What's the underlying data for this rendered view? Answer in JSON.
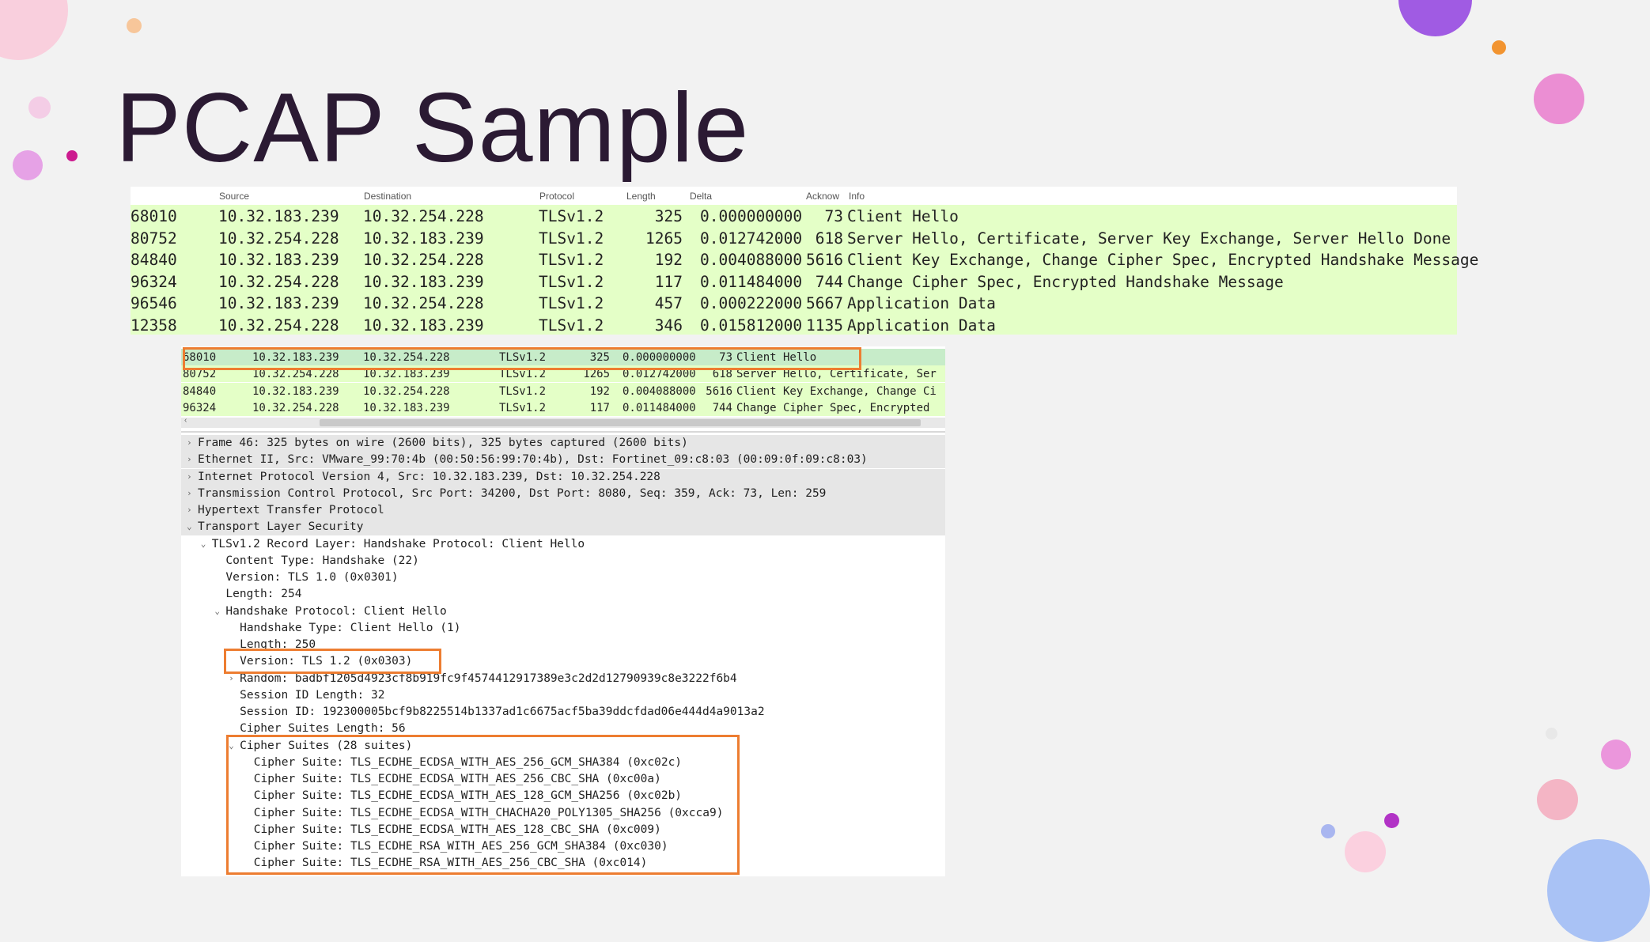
{
  "slide": {
    "title": "PCAP Sample"
  },
  "colors": {
    "background": "#f2f2f2",
    "title": "#2b1a33",
    "packet_row_bg": "#e4ffc7",
    "selected_row_bg": "#c7ecc9",
    "highlight_box": "#ed7d31"
  },
  "top_table": {
    "headers": [
      "Source",
      "Destination",
      "Protocol",
      "Length",
      "Delta",
      "Acknow",
      "Info"
    ],
    "rows": [
      {
        "no": "68010",
        "src": "10.32.183.239",
        "dst": "10.32.254.228",
        "proto": "TLSv1.2",
        "len": "325",
        "delta": "0.000000000",
        "ack": "73",
        "info": "Client Hello"
      },
      {
        "no": "80752",
        "src": "10.32.254.228",
        "dst": "10.32.183.239",
        "proto": "TLSv1.2",
        "len": "1265",
        "delta": "0.012742000",
        "ack": "618",
        "info": "Server Hello, Certificate, Server Key Exchange, Server Hello Done"
      },
      {
        "no": "84840",
        "src": "10.32.183.239",
        "dst": "10.32.254.228",
        "proto": "TLSv1.2",
        "len": "192",
        "delta": "0.004088000",
        "ack": "5616",
        "info": "Client Key Exchange, Change Cipher Spec, Encrypted Handshake Message"
      },
      {
        "no": "96324",
        "src": "10.32.254.228",
        "dst": "10.32.183.239",
        "proto": "TLSv1.2",
        "len": "117",
        "delta": "0.011484000",
        "ack": "744",
        "info": "Change Cipher Spec, Encrypted Handshake Message"
      },
      {
        "no": "96546",
        "src": "10.32.183.239",
        "dst": "10.32.254.228",
        "proto": "TLSv1.2",
        "len": "457",
        "delta": "0.000222000",
        "ack": "5667",
        "info": "Application Data"
      },
      {
        "no": "12358",
        "src": "10.32.254.228",
        "dst": "10.32.183.239",
        "proto": "TLSv1.2",
        "len": "346",
        "delta": "0.015812000",
        "ack": "1135",
        "info": "Application Data"
      }
    ]
  },
  "mini_table": {
    "rows": [
      {
        "no": "68010",
        "src": "10.32.183.239",
        "dst": "10.32.254.228",
        "proto": "TLSv1.2",
        "len": "325",
        "delta": "0.000000000",
        "ack": "73",
        "info": "Client Hello"
      },
      {
        "no": "80752",
        "src": "10.32.254.228",
        "dst": "10.32.183.239",
        "proto": "TLSv1.2",
        "len": "1265",
        "delta": "0.012742000",
        "ack": "618",
        "info": "Server Hello, Certificate, Ser"
      },
      {
        "no": "84840",
        "src": "10.32.183.239",
        "dst": "10.32.254.228",
        "proto": "TLSv1.2",
        "len": "192",
        "delta": "0.004088000",
        "ack": "5616",
        "info": "Client Key Exchange, Change Ci"
      },
      {
        "no": "96324",
        "src": "10.32.254.228",
        "dst": "10.32.183.239",
        "proto": "TLSv1.2",
        "len": "117",
        "delta": "0.011484000",
        "ack": "744",
        "info": "Change Cipher Spec, Encrypted"
      }
    ]
  },
  "details": [
    {
      "twisty": "›",
      "text": "Frame 46: 325 bytes on wire (2600 bits), 325 bytes captured (2600 bits)"
    },
    {
      "twisty": "›",
      "text": "Ethernet II, Src: VMware_99:70:4b (00:50:56:99:70:4b), Dst: Fortinet_09:c8:03 (00:09:0f:09:c8:03)"
    },
    {
      "twisty": "›",
      "text": "Internet Protocol Version 4, Src: 10.32.183.239, Dst: 10.32.254.228"
    },
    {
      "twisty": "›",
      "text": "Transmission Control Protocol, Src Port: 34200, Dst Port: 8080, Seq: 359, Ack: 73, Len: 259"
    },
    {
      "twisty": "›",
      "text": "Hypertext Transfer Protocol"
    },
    {
      "twisty": "⌄",
      "text": "Transport Layer Security"
    },
    {
      "twisty": "⌄",
      "text": "TLSv1.2 Record Layer: Handshake Protocol: Client Hello"
    },
    {
      "twisty": "",
      "text": "Content Type: Handshake (22)"
    },
    {
      "twisty": "",
      "text": "Version: TLS 1.0 (0x0301)"
    },
    {
      "twisty": "",
      "text": "Length: 254"
    },
    {
      "twisty": "⌄",
      "text": "Handshake Protocol: Client Hello"
    },
    {
      "twisty": "",
      "text": "Handshake Type: Client Hello (1)"
    },
    {
      "twisty": "",
      "text": "Length: 250"
    },
    {
      "twisty": "",
      "text": "Version: TLS 1.2 (0x0303)"
    },
    {
      "twisty": "›",
      "text": "Random: badbf1205d4923cf8b919fc9f4574412917389e3c2d2d12790939c8e3222f6b4"
    },
    {
      "twisty": "",
      "text": "Session ID Length: 32"
    },
    {
      "twisty": "",
      "text": "Session ID: 192300005bcf9b8225514b1337ad1c6675acf5ba39ddcfdad06e444d4a9013a2"
    },
    {
      "twisty": "",
      "text": "Cipher Suites Length: 56"
    },
    {
      "twisty": "⌄",
      "text": "Cipher Suites (28 suites)"
    },
    {
      "twisty": "",
      "text": "Cipher Suite: TLS_ECDHE_ECDSA_WITH_AES_256_GCM_SHA384 (0xc02c)"
    },
    {
      "twisty": "",
      "text": "Cipher Suite: TLS_ECDHE_ECDSA_WITH_AES_256_CBC_SHA (0xc00a)"
    },
    {
      "twisty": "",
      "text": "Cipher Suite: TLS_ECDHE_ECDSA_WITH_AES_128_GCM_SHA256 (0xc02b)"
    },
    {
      "twisty": "",
      "text": "Cipher Suite: TLS_ECDHE_ECDSA_WITH_CHACHA20_POLY1305_SHA256 (0xcca9)"
    },
    {
      "twisty": "",
      "text": "Cipher Suite: TLS_ECDHE_ECDSA_WITH_AES_128_CBC_SHA (0xc009)"
    },
    {
      "twisty": "",
      "text": "Cipher Suite: TLS_ECDHE_RSA_WITH_AES_256_GCM_SHA384 (0xc030)"
    },
    {
      "twisty": "",
      "text": "Cipher Suite: TLS_ECDHE_RSA_WITH_AES_256_CBC_SHA (0xc014)"
    }
  ]
}
